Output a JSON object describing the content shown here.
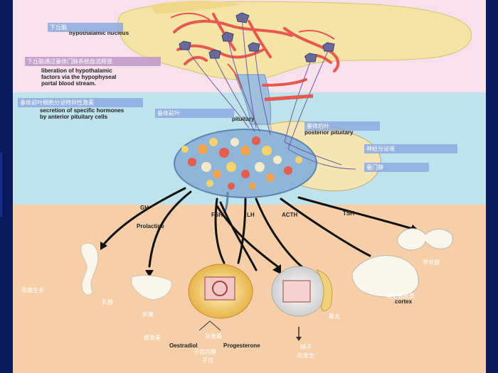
{
  "labels": {
    "hypothalamus_cn": "下丘脑",
    "hypothalamic_nucleus_en": "hypothalamic nucleus",
    "release_cn": "下丘脑通过垂体门脉系统血流释放",
    "release_en_1": "liberation of hypothalamic",
    "release_en_2": "factors via the hypophyseal",
    "release_en_3": "portal blood stream.",
    "anterior_cells_cn": "垂体前叶细胞分泌特异性激素",
    "anterior_cells_en_1": "secretion of specific hormones",
    "anterior_cells_en_2": "by anterior pituitary cells",
    "pituitary_en": "pituitary",
    "pituitary_cn": "垂体前叶",
    "posterior_cn": "垂体后叶",
    "posterior_en": "posterior pituitary",
    "neurosecretory_cn": "神经分泌液",
    "hypophyseal_cn": "垂门静",
    "bone_growth_cn": "骨骼生长",
    "breast_cn": "乳腺",
    "ovary_cn": "卵巢",
    "testis_cn": "睾丸",
    "thyroid_cn": "甲状腺",
    "adrenal_cn": "肾上腺皮质",
    "cortex_en": "cortex",
    "estrogen_cn": "雌激素",
    "progesterone_cn": "孕激素",
    "uterus_cn_1": "子宫内膜",
    "uterus_cn_2": "子宫",
    "sperm_cn_1": "精子",
    "sperm_cn_2": "的发生"
  },
  "hormones": {
    "gh": "GH",
    "prolactin": "Prolactine",
    "fsh": "FSH",
    "lh": "LH",
    "acth": "ACTH",
    "tsh": "TSH",
    "oestradiol": "Oestradiol",
    "progesterone": "Progesterone"
  },
  "colors": {
    "background": "#0b1a5c",
    "top_band": "#f6e1ec",
    "mid_band": "#bfe3ec",
    "bottom_band": "#f6cfa9",
    "vessel": "#e8584e",
    "gland": "#8fb5d8",
    "tissue": "#f5e4a8"
  }
}
